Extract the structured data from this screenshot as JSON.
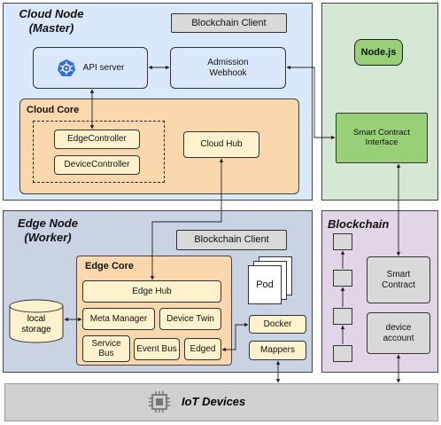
{
  "cloud_node": {
    "title_line1": "Cloud Node",
    "title_line2": "(Master)",
    "blockchain_client": "Blockchain Client",
    "api_server": "API server",
    "admission_webhook_line1": "Admission",
    "admission_webhook_line2": "Webhook",
    "cloud_core": {
      "title": "Cloud Core",
      "edge_controller": "EdgeController",
      "device_controller": "DeviceController",
      "cloud_hub": "Cloud Hub"
    }
  },
  "node_js": {
    "label": "Node.js",
    "smart_contract_interface_line1": "Smart Contract",
    "smart_contract_interface_line2": "Interface"
  },
  "edge_node": {
    "title_line1": "Edge Node",
    "title_line2": "(Worker)",
    "blockchain_client": "Blockchain Client",
    "local_storage_line1": "local",
    "local_storage_line2": "storage",
    "pod": "Pod",
    "docker": "Docker",
    "mappers": "Mappers",
    "edge_core": {
      "title": "Edge Core",
      "edge_hub": "Edge Hub",
      "meta_manager": "Meta Manager",
      "device_twin": "Device Twin",
      "service_bus_line1": "Service",
      "service_bus_line2": "Bus",
      "event_bus": "Event Bus",
      "edged": "Edged"
    }
  },
  "blockchain": {
    "title": "Blockchain",
    "smart_contract_line1": "Smart",
    "smart_contract_line2": "Contract",
    "device_account_line1": "device",
    "device_account_line2": "account"
  },
  "iot": {
    "label": "IoT Devices"
  },
  "colors": {
    "cloud_node_bg": "#dae8fc",
    "cloud_core_bg": "#fad7ac",
    "edge_node_bg": "#cad3e3",
    "edge_core_bg": "#fad7ac",
    "component_bg": "#fff2cc",
    "client_bg": "#d9d9d9",
    "nodejs_panel_bg": "#d5e8d4",
    "nodejs_badge_bg": "#97d077",
    "blockchain_bg": "#e1d5e7",
    "iot_bg": "#d0d0d0",
    "kubernetes_blue": "#326ce5"
  }
}
